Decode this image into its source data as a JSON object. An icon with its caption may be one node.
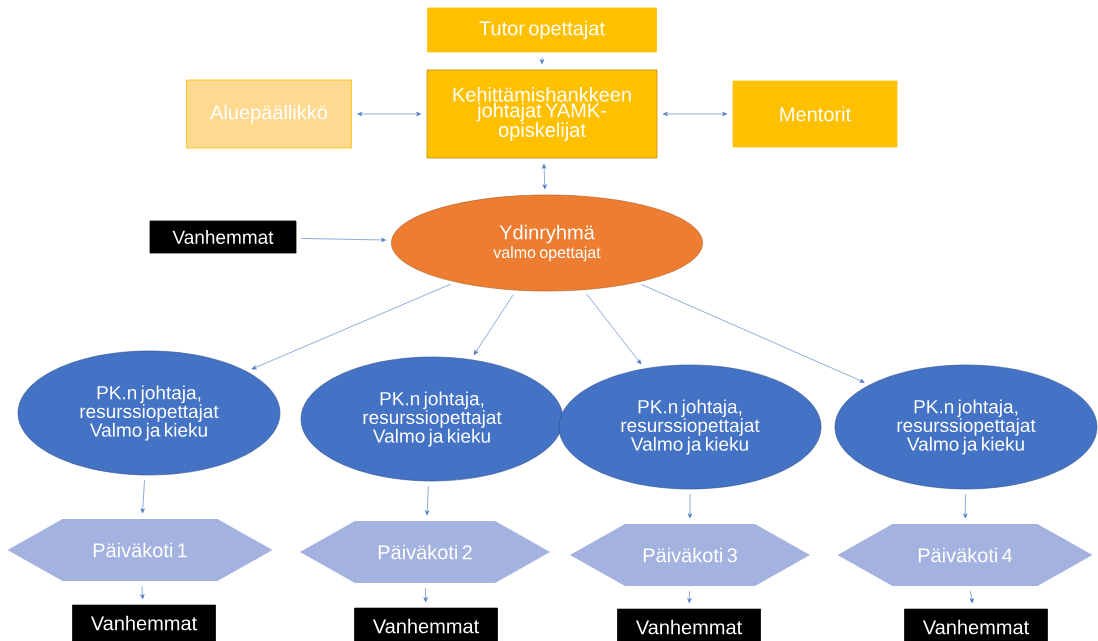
{
  "diagram": {
    "nodes": [
      {
        "text": [
          "Tutor opettajat"
        ]
      },
      {
        "text": [
          "Aluepäällikkö"
        ]
      },
      {
        "text": [
          "Kehittämishankkeen johtajat YAMK-opiskelijat"
        ]
      },
      {
        "text": [
          "Mentorit"
        ]
      },
      {
        "text": [
          "Ydinryhmä",
          "valmo opettajat"
        ]
      },
      {
        "text": [
          "Vanhemmat"
        ]
      },
      {
        "text": [
          "PK.n johtaja, resurssiopettajat Valmo ja kieku"
        ]
      },
      {
        "text": [
          "PK.n johtaja, resurssiopettajat Valmo ja kieku"
        ]
      },
      {
        "text": [
          "PK.n johtaja, resurssiopettajat Valmo ja kieku"
        ]
      },
      {
        "text": [
          "PK.n johtaja, resurssiopettajat Valmo ja kieku"
        ]
      },
      {
        "text": [
          "Päiväkoti  1"
        ]
      },
      {
        "text": [
          "Päiväkoti  2"
        ]
      },
      {
        "text": [
          "Päiväkoti  3"
        ]
      },
      {
        "text": [
          "Päiväkoti  4"
        ]
      },
      {
        "text": [
          "Vanhemmat"
        ]
      },
      {
        "text": [
          "Vanhemmat"
        ]
      },
      {
        "text": [
          "Vanhemmat"
        ]
      },
      {
        "text": [
          "Vanhemmat"
        ]
      }
    ],
    "edges": [
      {
        "from": 0,
        "to": 2,
        "arrow": "to"
      },
      {
        "from": 1,
        "to": 2,
        "arrow": "both"
      },
      {
        "from": 2,
        "to": 3,
        "arrow": "both"
      },
      {
        "from": 2,
        "to": 4,
        "arrow": "both"
      },
      {
        "from": 5,
        "to": 4,
        "arrow": "to"
      },
      {
        "from": 4,
        "to": 6,
        "arrow": "to"
      },
      {
        "from": 4,
        "to": 7,
        "arrow": "to"
      },
      {
        "from": 4,
        "to": 8,
        "arrow": "to"
      },
      {
        "from": 4,
        "to": 9,
        "arrow": "to"
      },
      {
        "from": 6,
        "to": 10,
        "arrow": "to"
      },
      {
        "from": 7,
        "to": 11,
        "arrow": "to"
      },
      {
        "from": 8,
        "to": 12,
        "arrow": "to"
      },
      {
        "from": 9,
        "to": 13,
        "arrow": "to"
      },
      {
        "from": 10,
        "to": 14,
        "arrow": "to"
      },
      {
        "from": 11,
        "to": 15,
        "arrow": "to"
      },
      {
        "from": 12,
        "to": 16,
        "arrow": "to"
      },
      {
        "from": 13,
        "to": 17,
        "arrow": "to"
      }
    ]
  }
}
